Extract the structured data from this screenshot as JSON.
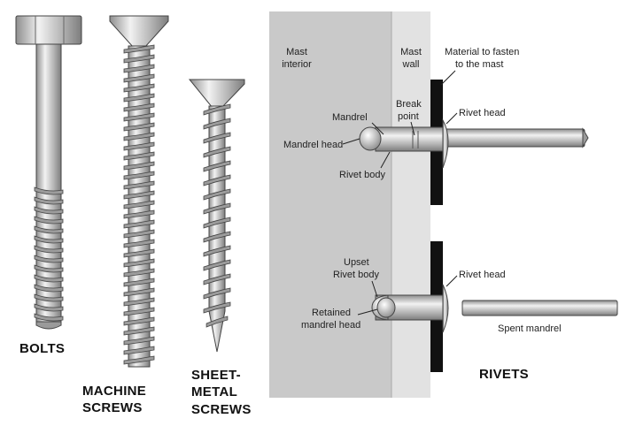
{
  "fasteners": {
    "bolts": "BOLTS",
    "machine_1": "MACHINE",
    "machine_2": "SCREWS",
    "sheet_1": "SHEET-",
    "sheet_2": "METAL",
    "sheet_3": "SCREWS"
  },
  "mast": {
    "interior_1": "Mast",
    "interior_2": "interior",
    "wall_1": "Mast",
    "wall_2": "wall",
    "material_1": "Material to fasten",
    "material_2": "to the mast"
  },
  "rivet_top": {
    "mandrel": "Mandrel",
    "break_1": "Break",
    "break_2": "point",
    "rivet_head": "Rivet head",
    "mandrel_head": "Mandrel head",
    "rivet_body": "Rivet body"
  },
  "rivet_bottom": {
    "upset_1": "Upset",
    "upset_2": "Rivet body",
    "rivet_head": "Rivet head",
    "retained_1": "Retained",
    "retained_2": "mandrel head",
    "spent": "Spent mandrel"
  },
  "rivets_title": "RIVETS",
  "colors": {
    "mast": "#c9c9c9",
    "wall": "#e2e2e2",
    "metal": "#b9b9b9",
    "material": "#111111"
  }
}
